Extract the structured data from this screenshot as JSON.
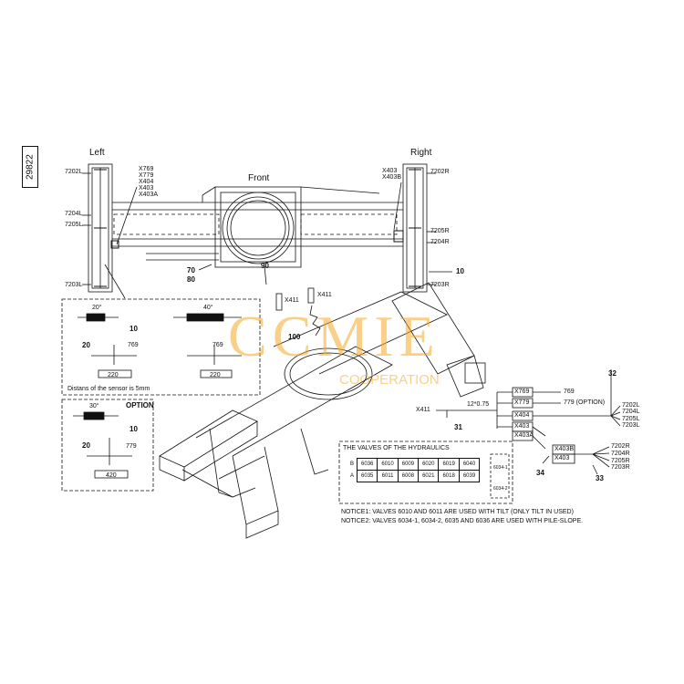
{
  "document_number": "29822",
  "labels": {
    "left": "Left",
    "right": "Right",
    "front": "Front",
    "option": "OPTION"
  },
  "sensor_codes_left": [
    "7202L",
    "7204L",
    "7205L",
    "7203L"
  ],
  "sensor_codes_right": [
    "7202R",
    "7205R",
    "7204R",
    "7203R"
  ],
  "connectors_left": [
    "X769",
    "X779",
    "X404",
    "X403",
    "X403A"
  ],
  "connectors_right": [
    "X403",
    "X403B"
  ],
  "connector_x411": "X411",
  "part_numbers": {
    "p70": "70",
    "p80": "80",
    "p90": "90",
    "p10": "10",
    "p100": "100",
    "p10a": "10",
    "p20a": "20",
    "p10b": "10",
    "p20b": "20",
    "p31": "31",
    "p32": "32",
    "p33": "33",
    "p34": "34"
  },
  "detail_views": {
    "angle_20": "20°",
    "angle_40": "40°",
    "angle_30": "30°",
    "code_769_a": "769",
    "code_769_b": "769",
    "code_779": "779",
    "dim_220_a": "220",
    "dim_220_b": "220",
    "dim_420": "420",
    "distance_note": "Distans of the sensor is 5mm"
  },
  "cable_diagram": {
    "x411": "X411",
    "spec": "12*0.75",
    "boxes": [
      "X769",
      "X779",
      "X404",
      "X403",
      "X403A"
    ],
    "box_labels": [
      "769",
      "779 (OPTION)"
    ],
    "sub_boxes": [
      "X403B",
      "X403"
    ],
    "outputs_top": [
      "7202L",
      "7204L",
      "7205L",
      "7203L"
    ],
    "outputs_bottom": [
      "7202R",
      "7204R",
      "7205R",
      "7203R"
    ]
  },
  "valves": {
    "title": "THE VALVES OF THE HYDRAULICS",
    "row_b_label": "B",
    "row_a_label": "A",
    "row_b": [
      "6036",
      "6010",
      "6009",
      "6020",
      "6019",
      "6040"
    ],
    "row_a": [
      "6035",
      "6011",
      "6008",
      "6021",
      "6018",
      "6039"
    ],
    "extra_b": "6034-1",
    "extra_a": "6034-2"
  },
  "notices": {
    "notice1": "NOTICE1: VALVES 6010 AND 6011 ARE USED WITH TILT (ONLY TILT IN USED)",
    "notice2": "NOTICE2: VALVES 6034-1, 6034-2, 6035 AND 6036 ARE USED WITH PILE-SLOPE."
  },
  "watermark": {
    "brand": "CCMIE",
    "sub": "COOPERATION"
  }
}
